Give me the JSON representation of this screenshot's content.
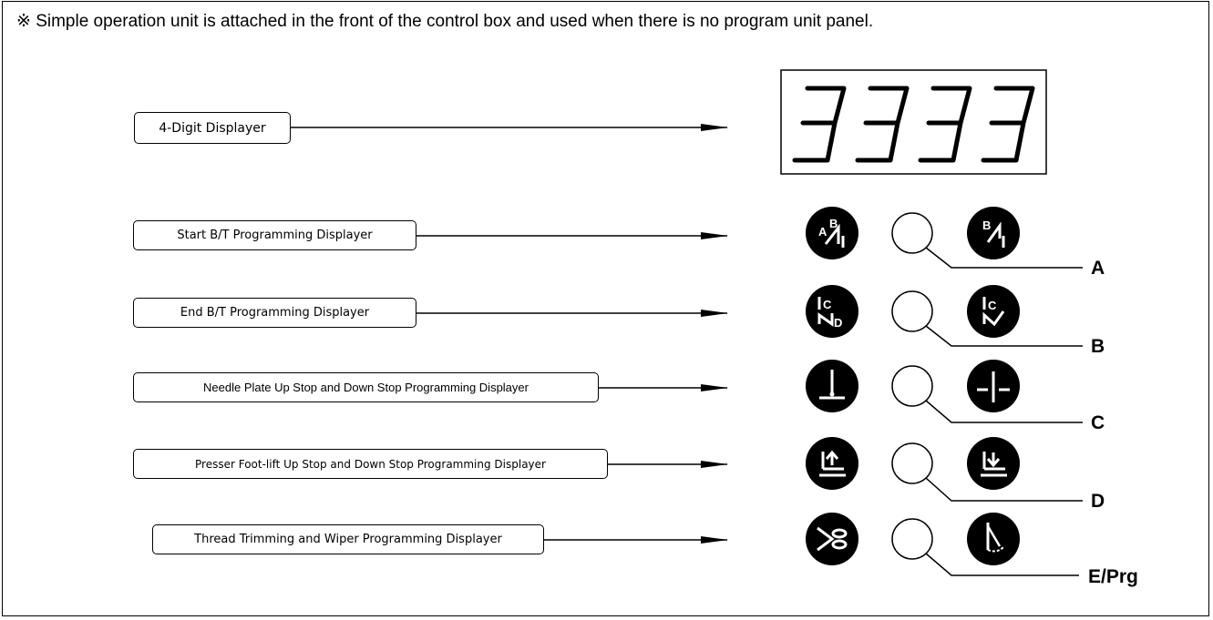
{
  "note": "※ Simple operation unit is attached in the front of the control box and used when there is no program unit panel.",
  "display": {
    "digits": [
      "3",
      "3",
      "3",
      "3"
    ]
  },
  "labels": {
    "four_digit": "4-Digit Displayer",
    "start_bt": "Start B/T Programming Displayer",
    "end_bt": "End B/T Programming Displayer",
    "needle": "Needle Plate Up Stop and Down Stop Programming Displayer",
    "presser": "Presser Foot-lift Up Stop and Down Stop Programming Displayer",
    "thread": "Thread Trimming and Wiper Programming Displayer"
  },
  "keys": {
    "a": "A",
    "b": "B",
    "c": "C",
    "d": "D",
    "e": "E/Prg"
  },
  "icons": {
    "row1": [
      "start-backtack-ab-icon",
      "led-indicator",
      "start-backtack-b-icon"
    ],
    "row2": [
      "end-backtack-cd-icon",
      "led-indicator",
      "end-backtack-c-icon"
    ],
    "row3": [
      "needle-up-stop-icon",
      "led-indicator",
      "needle-down-stop-icon"
    ],
    "row4": [
      "presser-foot-up-icon",
      "led-indicator",
      "presser-foot-down-icon"
    ],
    "row5": [
      "thread-trim-scissors-icon",
      "led-indicator",
      "wiper-icon"
    ]
  }
}
